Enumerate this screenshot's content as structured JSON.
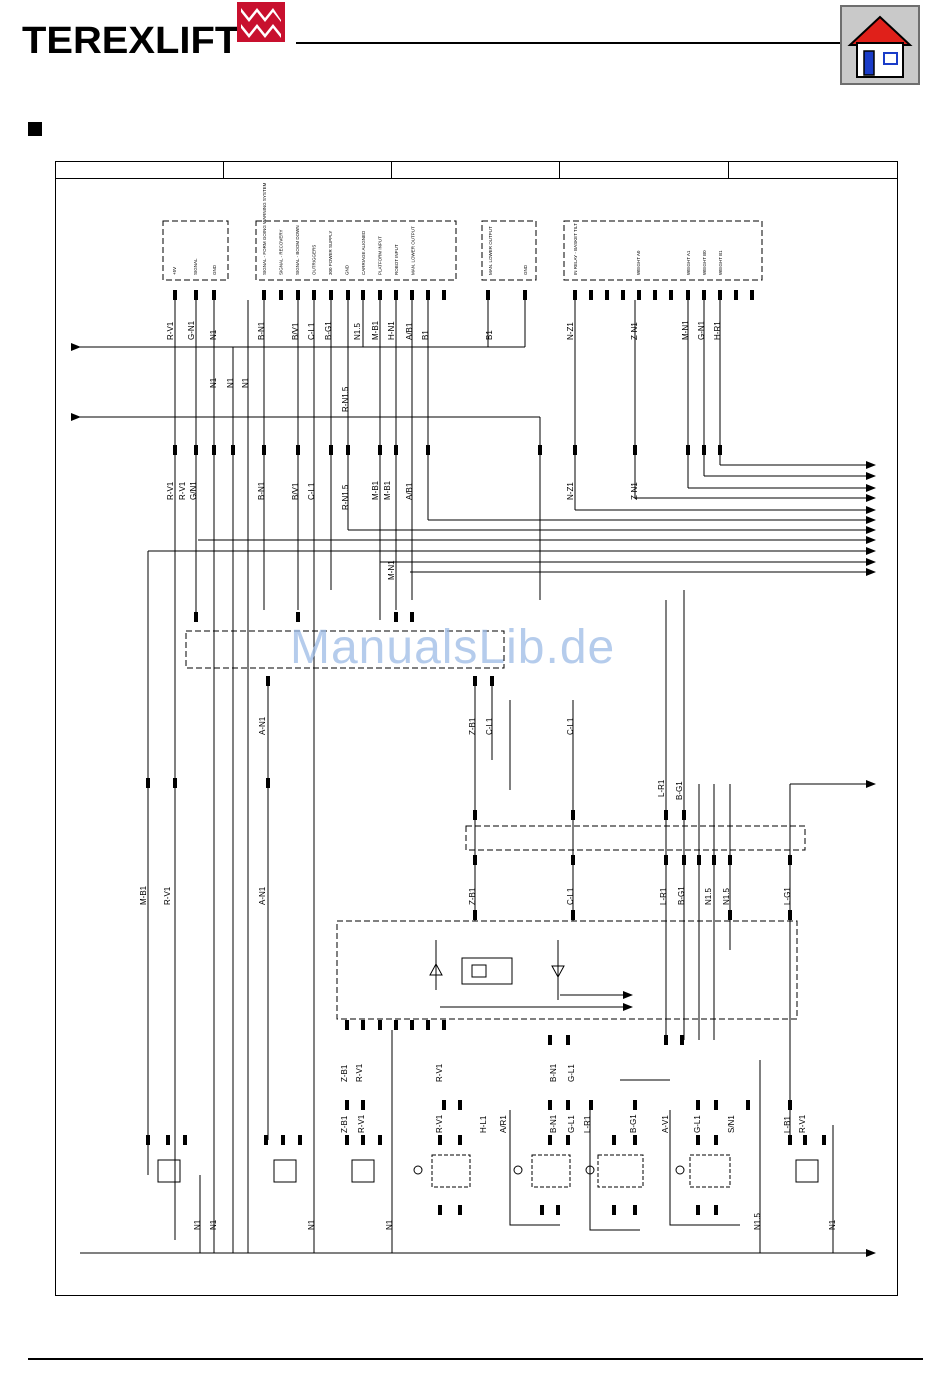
{
  "brand": {
    "logo_text": "TEREXLIFT"
  },
  "watermark": "ManualsLib.de",
  "connectors": {
    "c1_pins": [
      "+5V",
      "SIGNAL",
      "GND"
    ],
    "c2_pins": [
      "SIGNAL - FORM GOING WARNING SYSTEM",
      "SIGNAL - RECOVERY",
      "SIGNAL - BOOM DOWN",
      "OUTRIGGERS",
      "300 POWER SUPPLY",
      "GND",
      "CARRIAGE ALIGNED",
      "PLATFORM INPUT",
      "ROBOT INPUT",
      "MAN. LOWER OUTPUT"
    ],
    "c3_pins": [
      "MAN. LOWER OUTPUT",
      "GND"
    ],
    "c4_pins": [
      "IN RELAY - BASKET TILT",
      "WEIGHT A0",
      "WEIGHT A1",
      "WEIGHT B0",
      "WEIGHT B1"
    ]
  },
  "wire_labels": {
    "row1": [
      "R-V1",
      "G-N1",
      "N1",
      "B-N1",
      "B/V1",
      "C-L1",
      "B-G1",
      "N1.5",
      "M-B1",
      "H-N1",
      "A/B1",
      "B1",
      "B1",
      "N-Z1",
      "Z-N1",
      "M-N1",
      "G-N1",
      "H-R1"
    ],
    "row1b": [
      "N1",
      "N1",
      "N1",
      "R-N1.5"
    ],
    "row2": [
      "R-V1",
      "R-V1",
      "G/N1",
      "B-N1",
      "B/V1",
      "C-L1",
      "R-N1.5",
      "M-B1",
      "M-B1",
      "A/B1",
      "N-Z1",
      "Z-N1",
      "M-N1"
    ],
    "mid": [
      "A-N1",
      "Z-B1",
      "C-L1",
      "C-L1",
      "L-R1",
      "B-G1"
    ],
    "left": [
      "M-B1",
      "R-V1",
      "A-N1",
      "Z-B1",
      "C-L1",
      "L-R1",
      "B-G1",
      "N1.5",
      "N1.5",
      "L-G1"
    ],
    "bottom_a": [
      "Z-B1",
      "R-V1",
      "R-V1",
      "B-N1",
      "G-L1"
    ],
    "bottom_b": [
      "Z-B1",
      "R-V1",
      "R-V1",
      "H-L1",
      "A/R1",
      "B-N1",
      "G-L1",
      "L-R1",
      "B-G1",
      "A-V1",
      "G-L1",
      "S/N1",
      "L-B1",
      "R-V1"
    ],
    "ground": [
      "N1",
      "N1",
      "N1",
      "N1",
      "N1.5",
      "N1"
    ]
  }
}
